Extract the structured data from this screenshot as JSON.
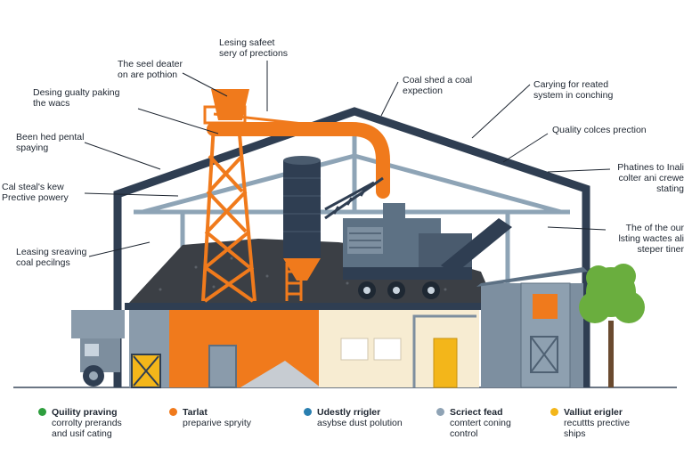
{
  "callouts": {
    "top_center": "Lesing safeet\nsery of prections",
    "seal_deater": "The seel deater\non are pothion",
    "quality_paking": "Desing gualty paking\nthe wacs",
    "been_hed": "Been hed pental\nspaying",
    "cal_steal": "Cal steal's kew\nPrective powery",
    "leasing_spraying": "Leasing sreaving\ncoal pecilngs",
    "coal_shed": "Coal shed a coal\nexpection",
    "carrying": "Carying for reated\nsystem in conching",
    "quality_colors": "Quality colces prection",
    "phatines": "Phatines to Inali\ncolter ani crewe\nstating",
    "the_of_the_our": "The of the our\nlsting wactes ali\nsteper tiner"
  },
  "legend": [
    {
      "title": "Quility praving",
      "desc": "corrolty prerands\nand usif cating",
      "color": "#2e9e3e"
    },
    {
      "title": "Tarlat",
      "desc": "preparive spryity",
      "color": "#f07a1c"
    },
    {
      "title": "Udestly rrigler",
      "desc": "asybse dust polution",
      "color": "#2a7fb0"
    },
    {
      "title": "Scriect fead",
      "desc": "comtert coning\ncontrol",
      "color": "#8fa3b5"
    },
    {
      "title": "Valliut erigler",
      "desc": "recuttts prective\nships",
      "color": "#f3b61a"
    }
  ],
  "colors": {
    "frame": "#2f3e52",
    "orange": "#f07a1c",
    "coal": "#3b3f45",
    "machine": "#5d7184",
    "cream": "#f7ecd2",
    "tree": "#6aae3e"
  }
}
